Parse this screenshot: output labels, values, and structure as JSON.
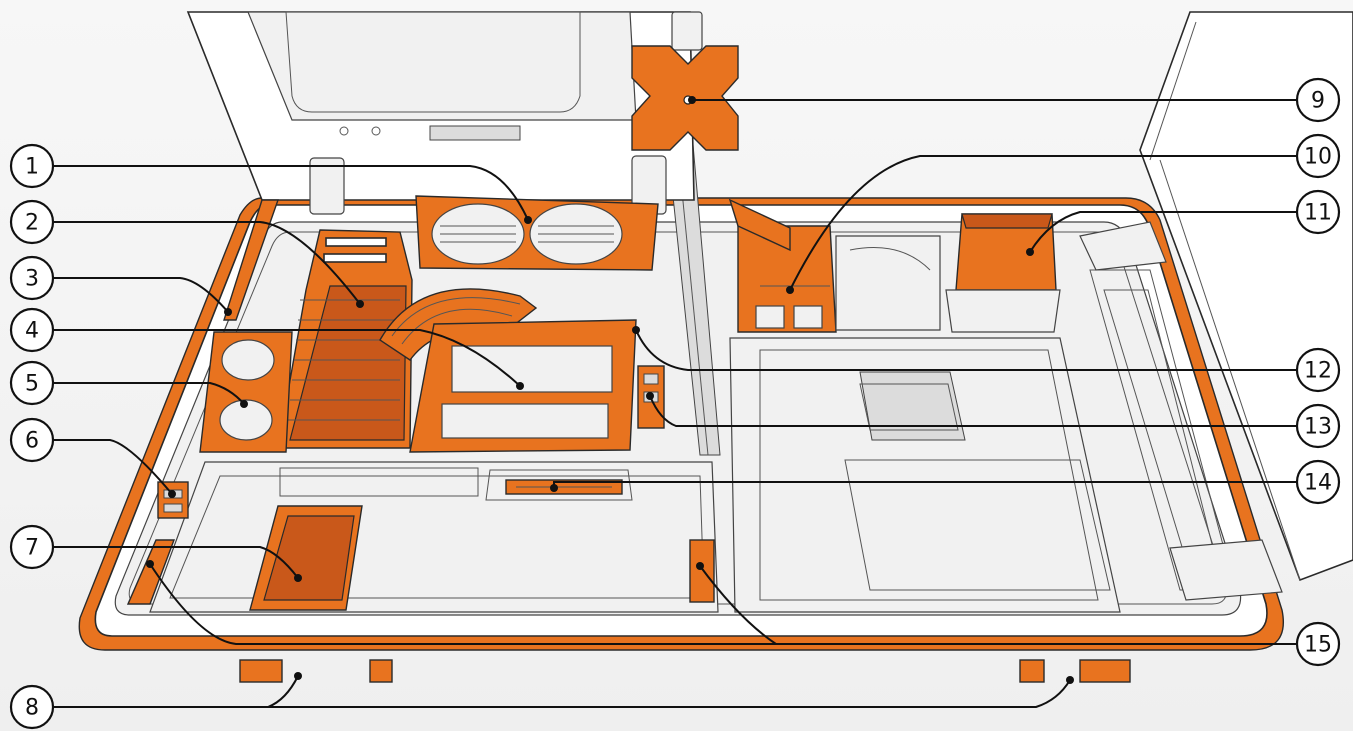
{
  "colors": {
    "accent": "#e8731f",
    "accent_dark": "#c9581a",
    "line": "#111111",
    "background": "#f4f4f4"
  },
  "callouts": [
    {
      "number": "1"
    },
    {
      "number": "2"
    },
    {
      "number": "3"
    },
    {
      "number": "4"
    },
    {
      "number": "5"
    },
    {
      "number": "6"
    },
    {
      "number": "7"
    },
    {
      "number": "8"
    },
    {
      "number": "9"
    },
    {
      "number": "10"
    },
    {
      "number": "11"
    },
    {
      "number": "12"
    },
    {
      "number": "13"
    },
    {
      "number": "14"
    },
    {
      "number": "15"
    }
  ]
}
